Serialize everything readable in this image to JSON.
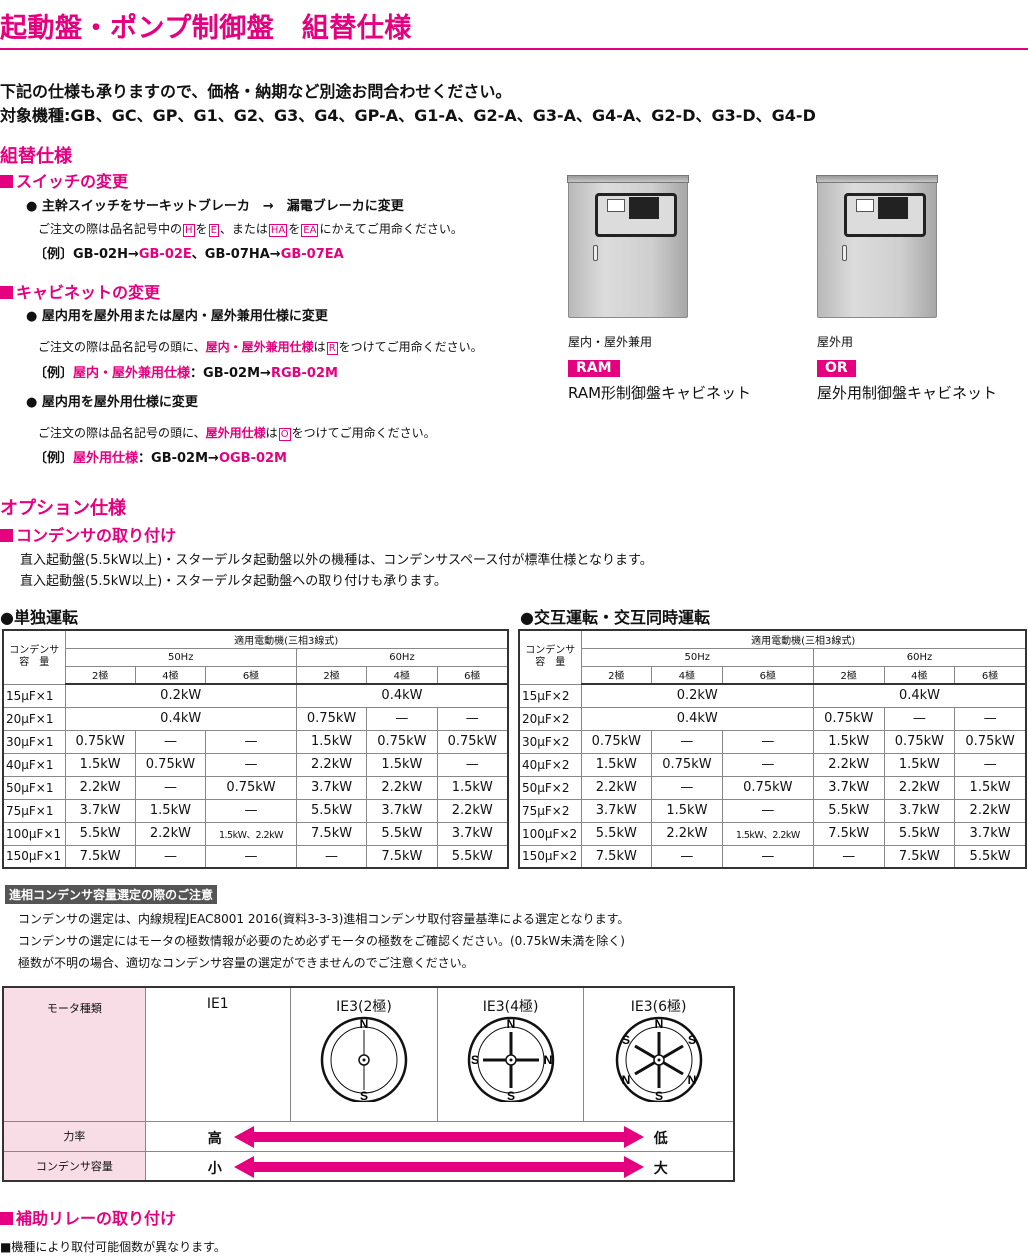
{
  "title": "起動盤・ポンプ制御盤　組替仕様",
  "intro": {
    "line1": "下記の仕様も承りますので、価格・納期など別途お問合わせください。",
    "line2": "対象機種:GB、GC、GP、G1、G2、G3、G4、GP-A、G1-A、G2-A、G3-A、G4-A、G2-D、G3-D、G4-D"
  },
  "kumikae": {
    "heading": "組替仕様",
    "switch": {
      "heading": "スイッチの変更",
      "bullet": "● 主幹スイッチをサーキットブレーカ　→　漏電ブレーカに変更",
      "note_a": "ご注文の際は品名記号中の",
      "code_h": "H",
      "note_b": "を",
      "code_e": "E",
      "note_c": "、または",
      "code_ha": "HA",
      "note_d": "を",
      "code_ea": "EA",
      "note_e": "にかえてご用命ください。",
      "ex_a": "〔例〕GB-02H→",
      "ex_b": "GB-02E",
      "ex_c": "、GB-07HA→",
      "ex_d": "GB-07EA"
    },
    "cabinet": {
      "heading": "キャビネットの変更",
      "bullet1": "● 屋内用を屋外用または屋内・屋外兼用仕様に変更",
      "note1_a": "ご注文の際は品名記号の頭に、",
      "note1_b": "屋内・屋外兼用仕様",
      "note1_c": "は",
      "code_r": "R",
      "note1_d": "をつけてご用命ください。",
      "ex1_a": "〔例〕",
      "ex1_b": "屋内・屋外兼用仕様",
      "ex1_c": "：GB-02M→",
      "ex1_d": "RGB-02M",
      "bullet2": "● 屋内用を屋外用仕様に変更",
      "note2_a": "ご注文の際は品名記号の頭に、",
      "note2_b": "屋外用仕様",
      "note2_c": "は",
      "code_o": "O",
      "note2_d": "をつけてご用命ください。",
      "ex2_a": "〔例〕",
      "ex2_b": "屋外用仕様",
      "ex2_c": "：GB-02M→",
      "ex2_d": "OGB-02M"
    },
    "images": [
      {
        "label": "屋内・屋外兼用",
        "tag": "RAM",
        "name": "RAM形制御盤キャビネット"
      },
      {
        "label": "屋外用",
        "tag": "OR",
        "name": "屋外用制御盤キャビネット"
      }
    ]
  },
  "option": {
    "heading": "オプション仕様",
    "condenser_heading": "コンデンサの取り付け",
    "text1": "直入起動盤(5.5kW以上)・スターデルタ起動盤以外の機種は、コンデンサスペース付が標準仕様となります。",
    "text2": "直入起動盤(5.5kW以上)・スターデルタ起動盤への取り付けも承ります。"
  },
  "tables": {
    "single_title": "●単独運転",
    "alt_title": "●交互運転・交互同時運転",
    "head_cond_1": "コンデンサ",
    "head_cond_2": "容　量",
    "head_motor": "適用電動機(三相3線式)",
    "hz50": "50Hz",
    "hz60": "60Hz",
    "poles": [
      "2極",
      "4極",
      "6極",
      "2極",
      "4極",
      "6極"
    ],
    "dash": "—",
    "single_caps": [
      "15μF×1",
      "20μF×1",
      "30μF×1",
      "40μF×1",
      "50μF×1",
      "75μF×1",
      "100μF×1",
      "150μF×1"
    ],
    "alt_caps": [
      "15μF×2",
      "20μF×2",
      "30μF×2",
      "40μF×2",
      "50μF×2",
      "75μF×2",
      "100μF×2",
      "150μF×2"
    ],
    "rows": [
      {
        "merged50": "0.2kW",
        "merged60": "0.4kW"
      },
      {
        "merged50": "0.4kW",
        "c4": "0.75kW"
      },
      {
        "c1": "0.75kW",
        "c4": "1.5kW",
        "c5": "0.75kW",
        "c6": "0.75kW"
      },
      {
        "c1": "1.5kW",
        "c2": "0.75kW",
        "c4": "2.2kW",
        "c5": "1.5kW"
      },
      {
        "c1": "2.2kW",
        "c3": "0.75kW",
        "c4": "3.7kW",
        "c5": "2.2kW",
        "c6": "1.5kW"
      },
      {
        "c1": "3.7kW",
        "c2": "1.5kW",
        "c4": "5.5kW",
        "c5": "3.7kW",
        "c6": "2.2kW"
      },
      {
        "c1": "5.5kW",
        "c2": "2.2kW",
        "c3": "1.5kW、2.2kW",
        "c4": "7.5kW",
        "c5": "5.5kW",
        "c6": "3.7kW"
      },
      {
        "c1": "7.5kW",
        "c5": "7.5kW",
        "c6": "5.5kW"
      }
    ]
  },
  "caution": {
    "header": "進相コンデンサ容量選定の際のご注意",
    "line1": "コンデンサの選定は、内線規程JEAC8001 2016(資料3-3-3)進相コンデンサ取付容量基準による選定となります。",
    "line2": "コンデンサの選定にはモータの極数情報が必要のため必ずモータの極数をご確認ください。(0.75kW未満を除く)",
    "line3": "極数が不明の場合、適切なコンデンサ容量の選定ができませんのでご注意ください。"
  },
  "motor_table": {
    "label_type": "モータ種類",
    "types": [
      "IE1",
      "IE3(2極)",
      "IE3(4極)",
      "IE3(6極)"
    ],
    "label_pf": "力率",
    "pf_high": "高",
    "pf_low": "低",
    "label_cap": "コンデンサ容量",
    "cap_small": "小",
    "cap_large": "大",
    "N": "N",
    "S": "S",
    "accent": "#e5007f"
  },
  "relay": {
    "heading": "補助リレーの取り付け",
    "text": "■機種により取付可能個数が異なります。"
  }
}
